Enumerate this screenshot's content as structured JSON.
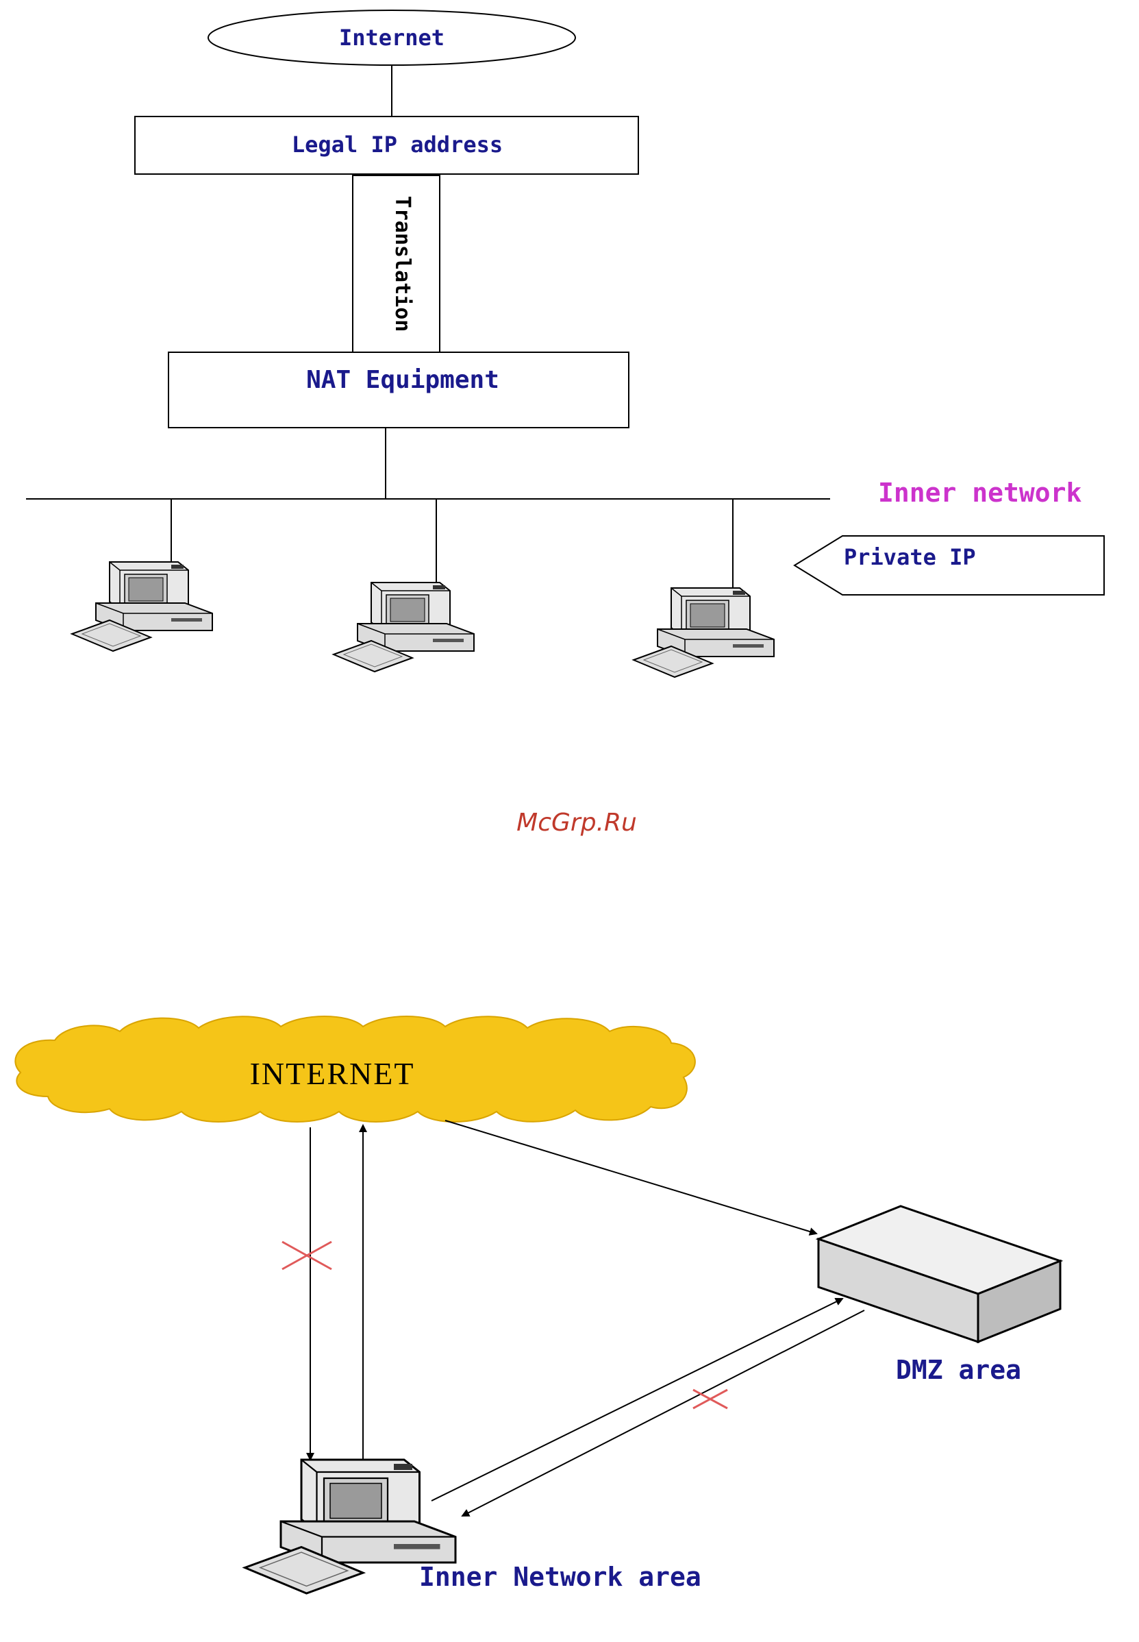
{
  "nat_diagram": {
    "internet_label": "Internet",
    "legal_ip_label": "Legal IP address",
    "translation_label": "Translation",
    "nat_equipment_label": "NAT Equipment",
    "inner_network_label": "Inner network",
    "private_ip_label": "Private IP",
    "computers": [
      "pc",
      "pc",
      "pc"
    ]
  },
  "watermark": "McGrp.Ru",
  "dmz_diagram": {
    "internet_label": "INTERNET",
    "dmz_label": "DMZ area",
    "inner_area_label": "Inner Network area",
    "blocked_marker": "×"
  },
  "colors": {
    "label_blue": "#1a1a8c",
    "inner_network_magenta": "#cc33cc",
    "watermark_red": "#c0392b",
    "cloud_fill": "#f5c518",
    "blocked_red": "#e05a5a"
  }
}
